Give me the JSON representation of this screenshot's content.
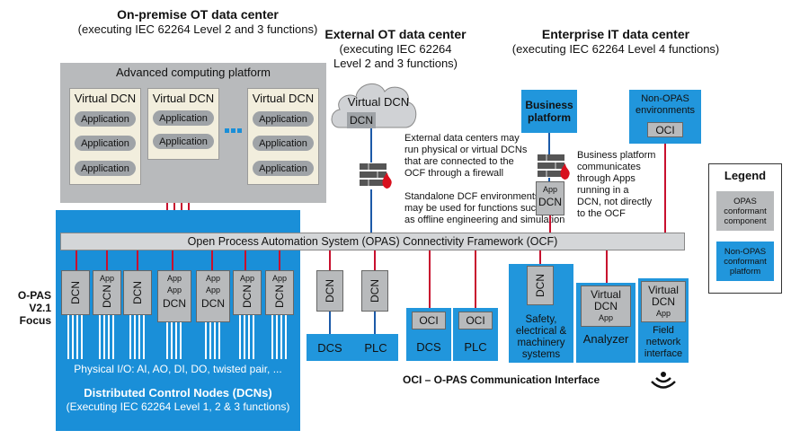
{
  "onprem": {
    "title": "On-premise OT data center",
    "subtitle": "(executing IEC 62264 Level 2 and 3 functions)",
    "platform": "Advanced computing platform",
    "vdcn": "Virtual DCN",
    "app": "Application"
  },
  "external": {
    "title": "External OT data center",
    "sub1": "(executing IEC 62264",
    "sub2": "Level 2 and 3 functions)",
    "vdcn": "Virtual DCN",
    "dcn": "DCN",
    "note1": [
      "External data centers may",
      "run physical or virtual DCNs",
      "that are connected to the",
      "OCF through a firewall"
    ],
    "note2": [
      "Standalone DCF environments",
      "may be used for functions such",
      "as offline engineering and simulation"
    ]
  },
  "enterprise": {
    "title": "Enterprise IT data center",
    "subtitle": "(executing IEC 62264 Level 4 functions)",
    "business": [
      "Business",
      "platform"
    ],
    "nonopas": [
      "Non-OPAS",
      "environments"
    ],
    "oci": "OCI",
    "app": "App",
    "dcn": "DCN",
    "note": [
      "Business platform",
      "communicates",
      "through Apps",
      "running in a",
      "DCN, not directly",
      "to the OCF"
    ]
  },
  "ocf": "Open Process Automation System (OPAS) Connectivity Framework (OCF)",
  "focus": [
    "O-PAS",
    "V2.1",
    "Focus"
  ],
  "dcns": {
    "dcn": "DCN",
    "app": "App",
    "physio": "Physical I/O: AI, AO, DI, DO, twisted pair, ...",
    "title": "Distributed Control Nodes (DCNs)",
    "subtitle": "(Executing IEC 62264 Level 1, 2 & 3 functions)"
  },
  "lower": {
    "dcs": "DCS",
    "plc": "PLC",
    "oci": "OCI",
    "dcn": "DCN",
    "safety": [
      "Safety,",
      "electrical &",
      "machinery",
      "systems"
    ],
    "virtual": [
      "Virtual",
      "DCN"
    ],
    "app": "App",
    "analyzer": "Analyzer",
    "field": [
      "Field",
      "network",
      "interface"
    ],
    "oci_caption": "OCI – O-PAS Communication Interface"
  },
  "legend": {
    "title": "Legend",
    "gray": [
      "OPAS",
      "conformant",
      "component"
    ],
    "blue": [
      "Non-OPAS",
      "conformant",
      "platform"
    ]
  },
  "colors": {
    "red_line": "#c8102e",
    "blue_line": "#1c5aa8",
    "blue": "#1a8fd8",
    "gray": "#b8babc"
  }
}
